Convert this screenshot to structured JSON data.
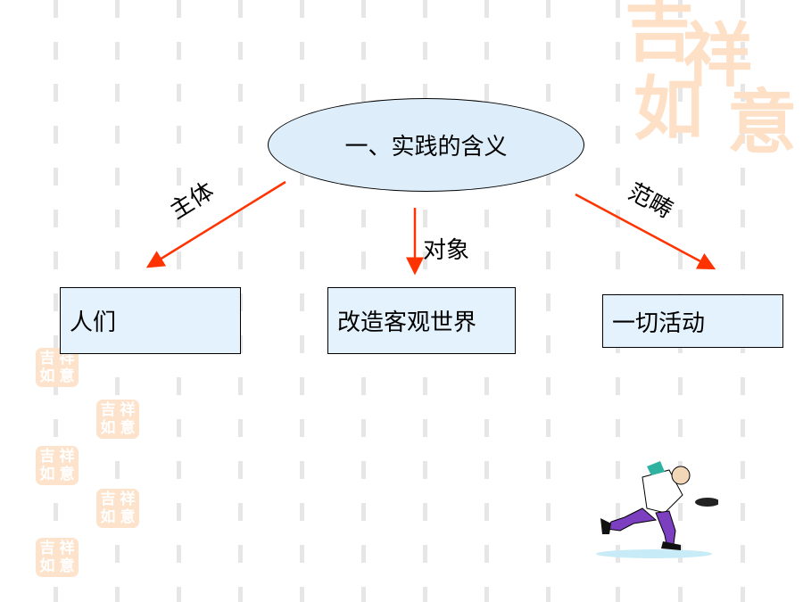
{
  "diagram": {
    "root": "一、实践的含义",
    "edges": [
      {
        "label": "主体",
        "target": "人们"
      },
      {
        "label": "对象",
        "target": "改造客观世界"
      },
      {
        "label": "范畴",
        "target": "一切活动"
      }
    ]
  },
  "decoration": {
    "seal_chars": [
      "吉",
      "祥",
      "如",
      "意"
    ],
    "arrow_color": "#ff3300",
    "box_fill": "#e3f2fc"
  }
}
